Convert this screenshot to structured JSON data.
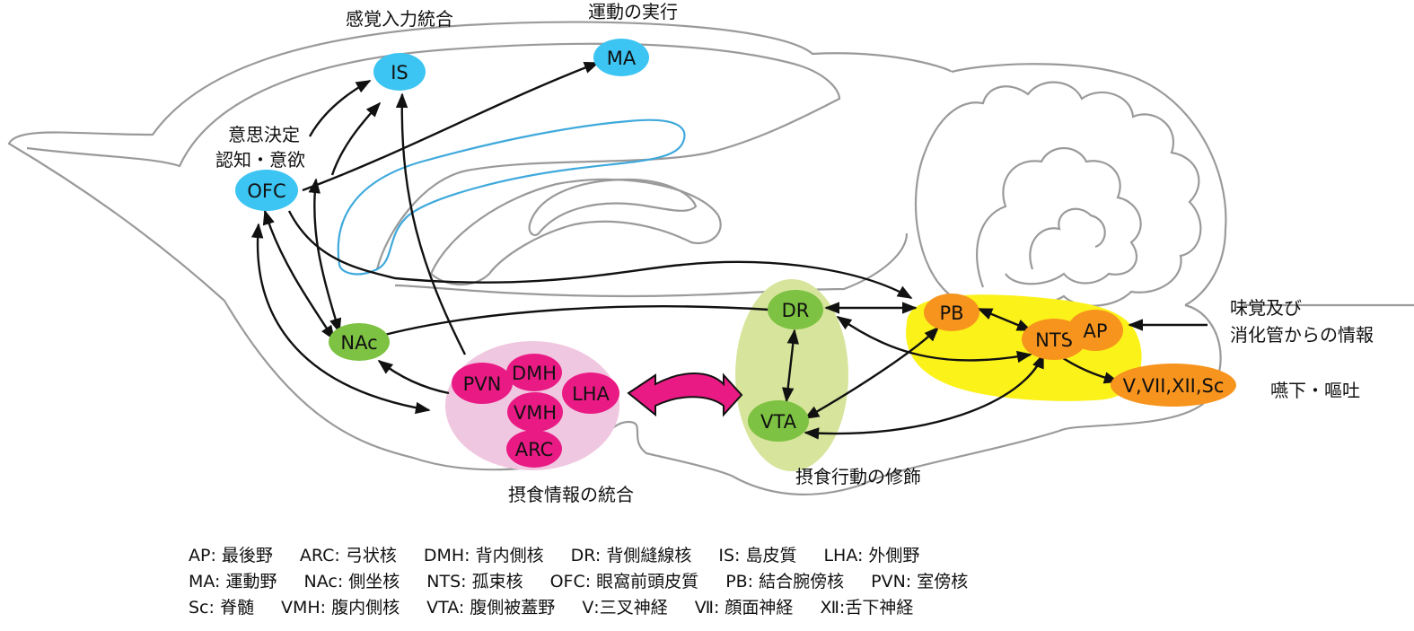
{
  "labels": {
    "sensory": "感覚入力統合",
    "motor": "運動の実行",
    "decision": "意思決定",
    "cognition": "認知・意欲",
    "feeding_integration": "摂食情報の統合",
    "feeding_modulation": "摂食行動の修飾",
    "taste_info_1": "味覚及び",
    "taste_info_2": "消化管からの情報",
    "swallow": "嚥下・嘔吐"
  },
  "nodes": {
    "IS": "IS",
    "MA": "MA",
    "OFC": "OFC",
    "NAc": "NAc",
    "PVN": "PVN",
    "DMH": "DMH",
    "LHA": "LHA",
    "VMH": "VMH",
    "ARC": "ARC",
    "DR": "DR",
    "VTA": "VTA",
    "PB": "PB",
    "NTS": "NTS",
    "AP": "AP",
    "motor_nerves": "V,VII,XII,Sc"
  },
  "colors": {
    "blue": "#3cc4f2",
    "green": "#7dc242",
    "magenta": "#ea1a85",
    "orange": "#f7941d",
    "pink_region": "#f0c7e0",
    "lightgreen_region": "#d6e59b",
    "yellow_region": "#fbf21a",
    "brain_outline": "#9a9a9a",
    "ventricle": "#3fa9dc"
  },
  "legend": [
    [
      "AP: 最後野",
      "ARC: 弓状核",
      "DMH: 背内側核",
      "DR: 背側縫線核",
      "IS: 島皮質",
      "LHA: 外側野"
    ],
    [
      "MA: 運動野",
      "NAc: 側坐核",
      "NTS: 孤束核",
      "OFC: 眼窩前頭皮質",
      "PB: 結合腕傍核",
      "PVN: 室傍核"
    ],
    [
      "Sc: 脊髄",
      "VMH: 腹内側核",
      "VTA: 腹側被蓋野",
      "Ⅴ:三叉神経",
      "Ⅶ: 顔面神経",
      "Ⅻ:舌下神経"
    ]
  ]
}
